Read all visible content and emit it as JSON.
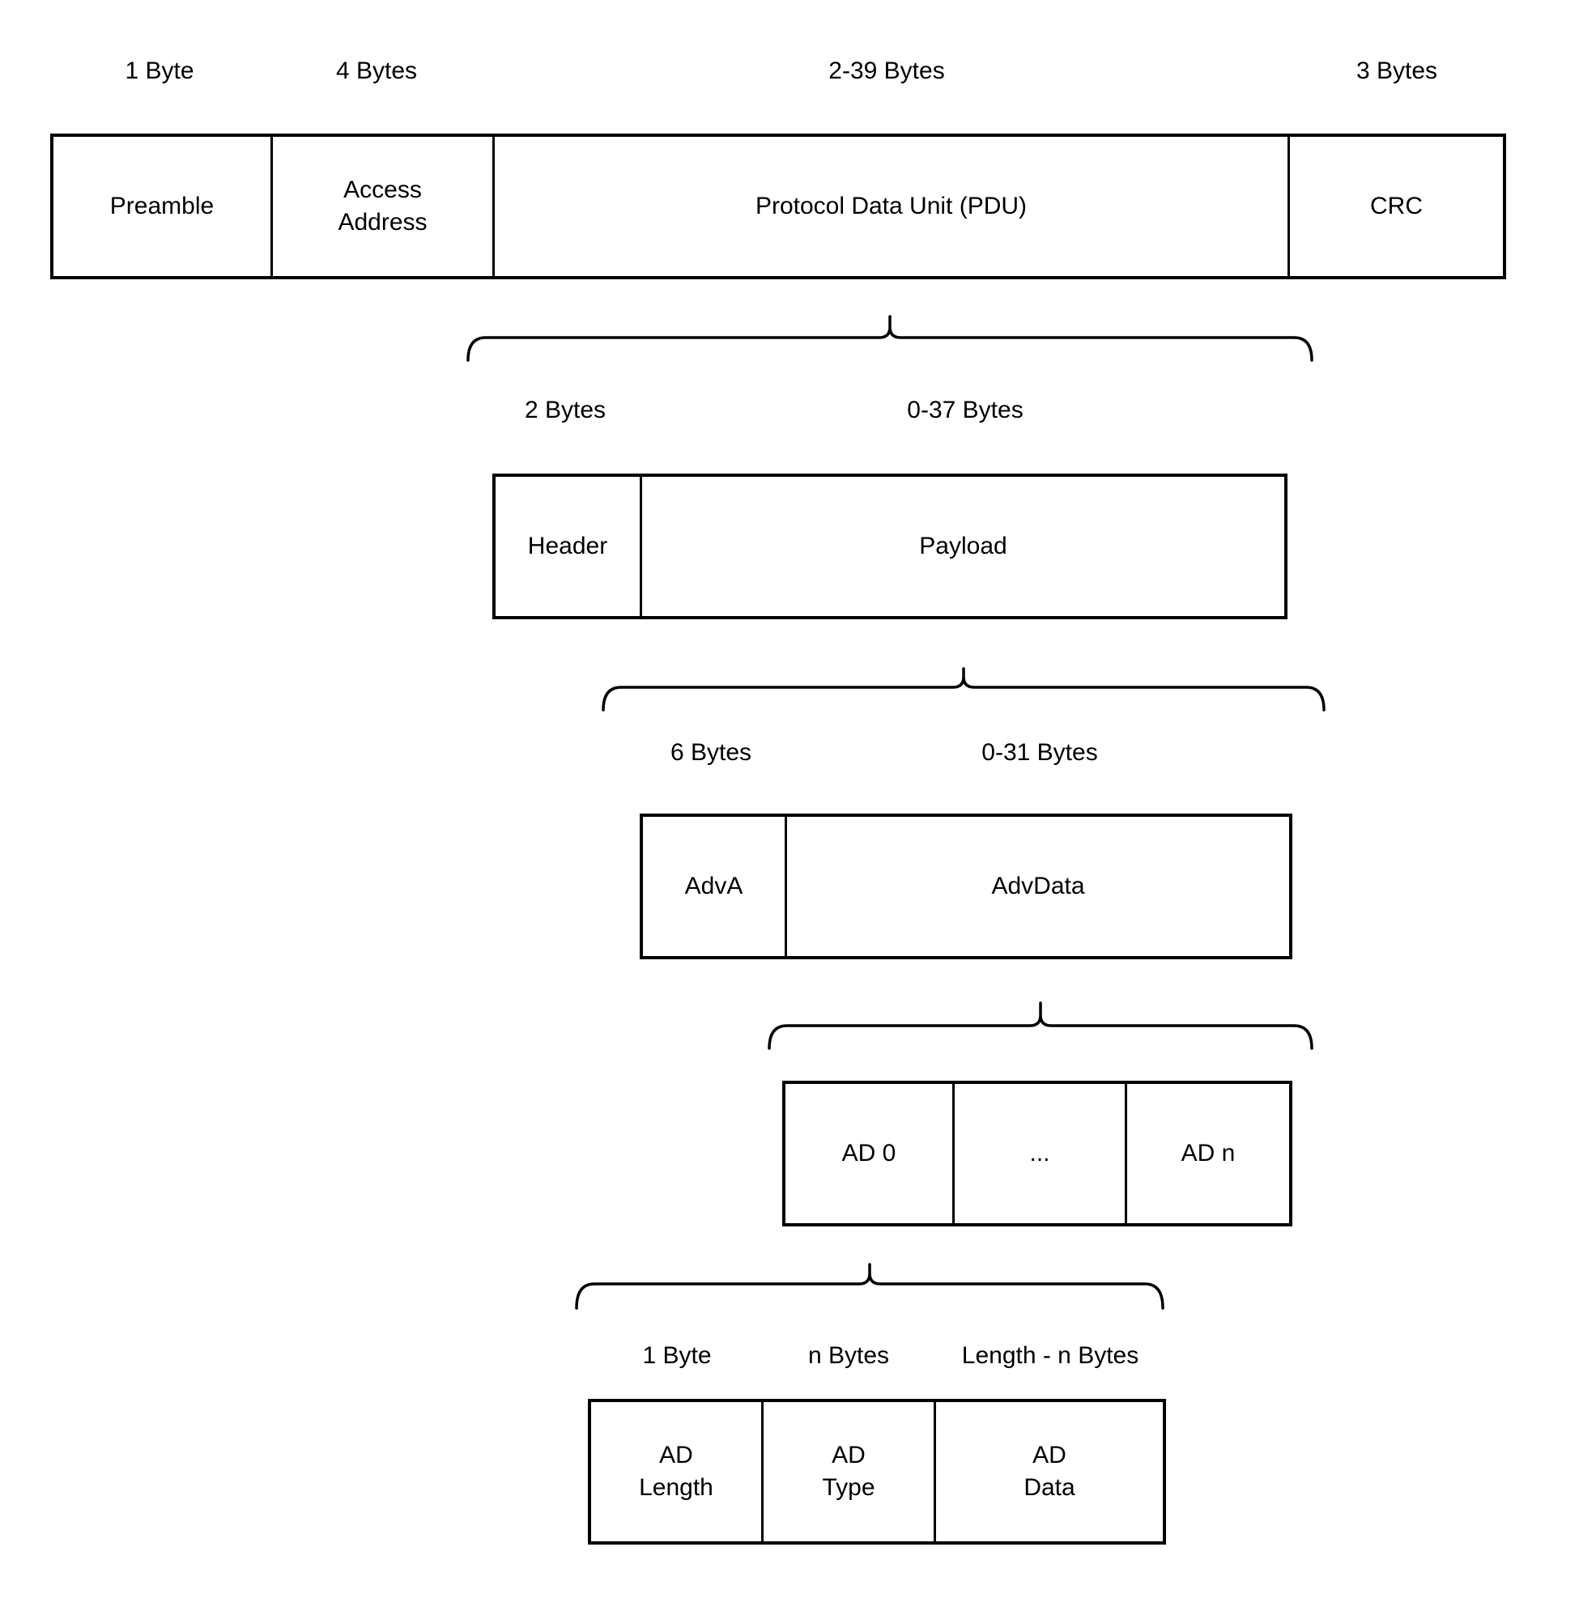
{
  "colors": {
    "background": "#ffffff",
    "line": "#000000",
    "text": "#000000"
  },
  "packet_row": {
    "size_labels": [
      "1 Byte",
      "4 Bytes",
      "2-39 Bytes",
      "3 Bytes"
    ],
    "cells": [
      "Preamble",
      "Access\nAddress",
      "Protocol Data Unit (PDU)",
      "CRC"
    ]
  },
  "pdu_row": {
    "size_labels": [
      "2 Bytes",
      "0-37 Bytes"
    ],
    "cells": [
      "Header",
      "Payload"
    ]
  },
  "payload_row": {
    "size_labels": [
      "6 Bytes",
      "0-31 Bytes"
    ],
    "cells": [
      "AdvA",
      "AdvData"
    ]
  },
  "advdata_row": {
    "cells": [
      "AD 0",
      "...",
      "AD n"
    ]
  },
  "ad_row": {
    "size_labels": [
      "1 Byte",
      "n Bytes",
      "Length - n Bytes"
    ],
    "cells": [
      "AD\nLength",
      "AD\nType",
      "AD\nData"
    ]
  }
}
